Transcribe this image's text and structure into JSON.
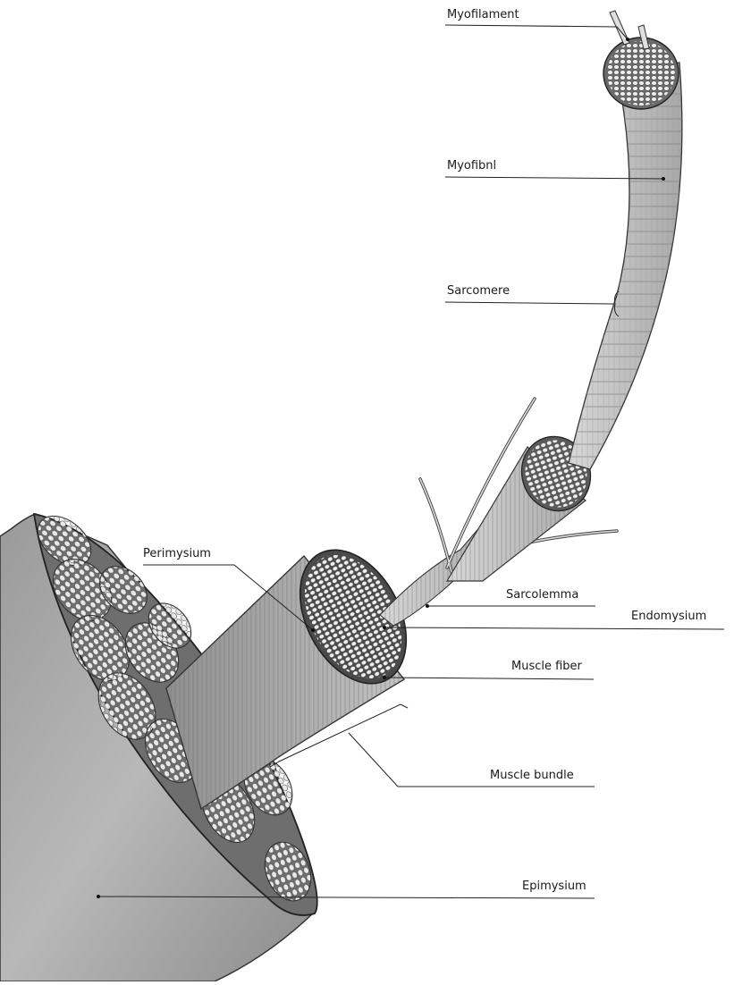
{
  "figure": {
    "labels": {
      "myofilament": "Myofilament",
      "myofibril": "Myofibnl",
      "sarcomere": "Sarcomere",
      "perimysium": "Perimysium",
      "sarcolemma": "Sarcolemma",
      "endomysium": "Endomysium",
      "muscle_fiber": "Muscle fiber",
      "muscle_bundle": "Muscle bundle",
      "epimysium": "Epimysium"
    }
  }
}
